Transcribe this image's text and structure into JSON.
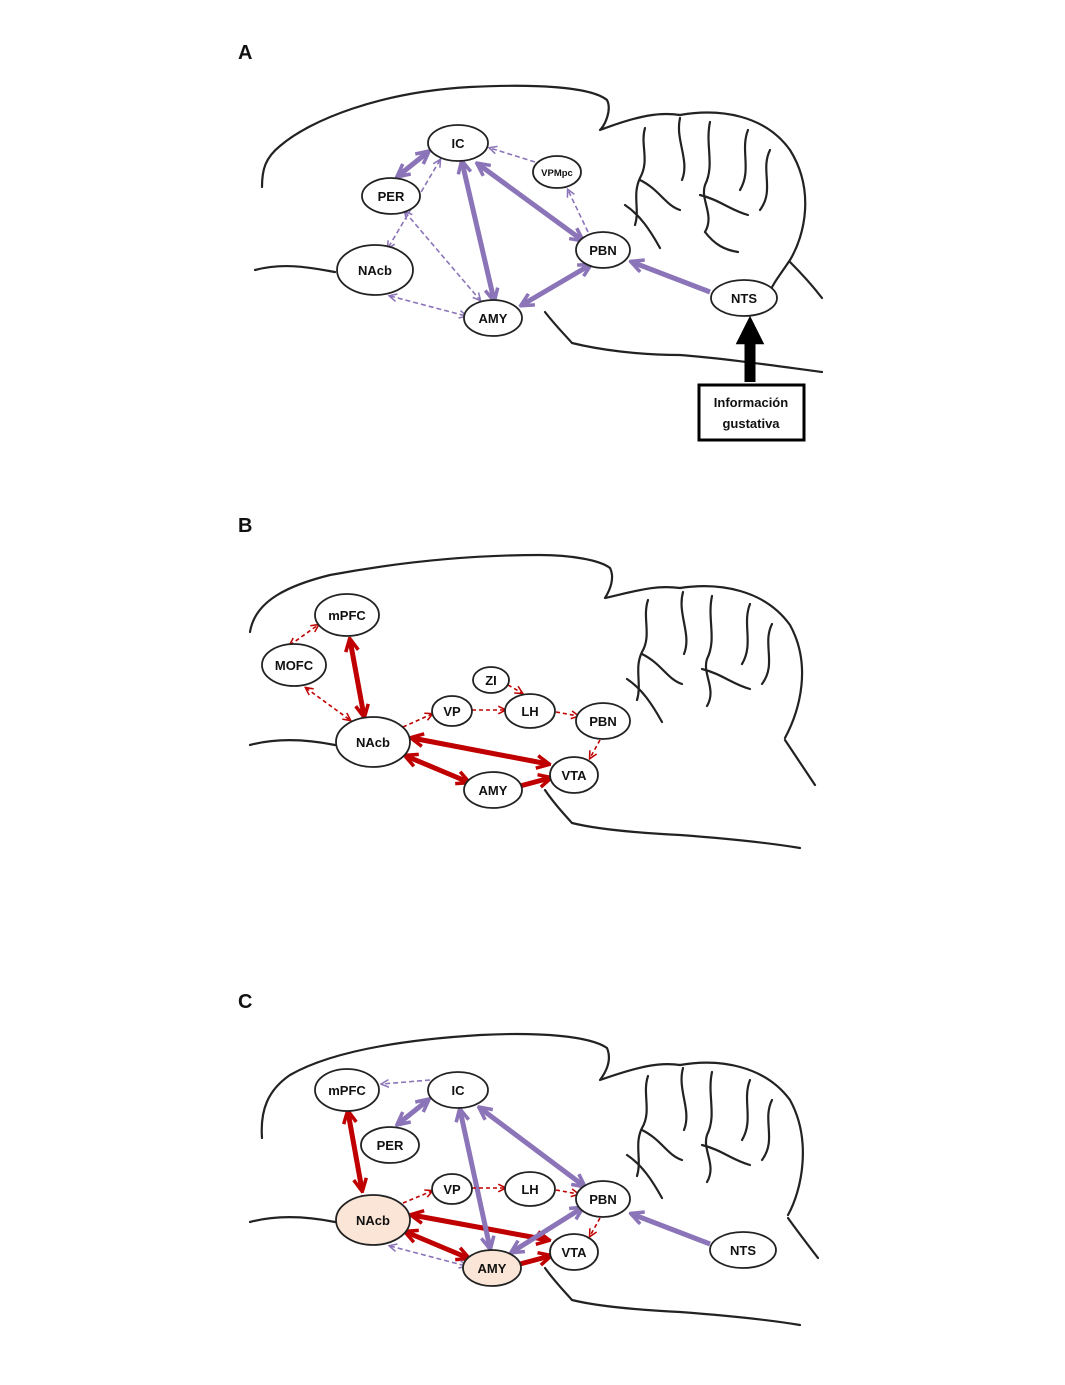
{
  "colors": {
    "gustatory": "#8b74b8",
    "reward": "#c00000",
    "highlight": "#fbe5d6",
    "input": "#000000"
  },
  "panels": [
    {
      "label": "A",
      "nodes": {
        "ic": "IC",
        "per": "PER",
        "vpmpc": "VPMpc",
        "nacb": "NAcb",
        "pbn": "PBN",
        "amy": "AMY",
        "nts": "NTS"
      },
      "input_label": [
        "Información",
        "gustativa"
      ]
    },
    {
      "label": "B",
      "nodes": {
        "mpfc": "mPFC",
        "mofc": "MOFC",
        "zi": "ZI",
        "vp": "VP",
        "lh": "LH",
        "pbn": "PBN",
        "nacb": "NAcb",
        "vta": "VTA",
        "amy": "AMY"
      }
    },
    {
      "label": "C",
      "nodes": {
        "mpfc": "mPFC",
        "ic": "IC",
        "per": "PER",
        "vp": "VP",
        "lh": "LH",
        "pbn": "PBN",
        "nacb": "NAcb",
        "vta": "VTA",
        "amy": "AMY",
        "nts": "NTS"
      }
    }
  ]
}
